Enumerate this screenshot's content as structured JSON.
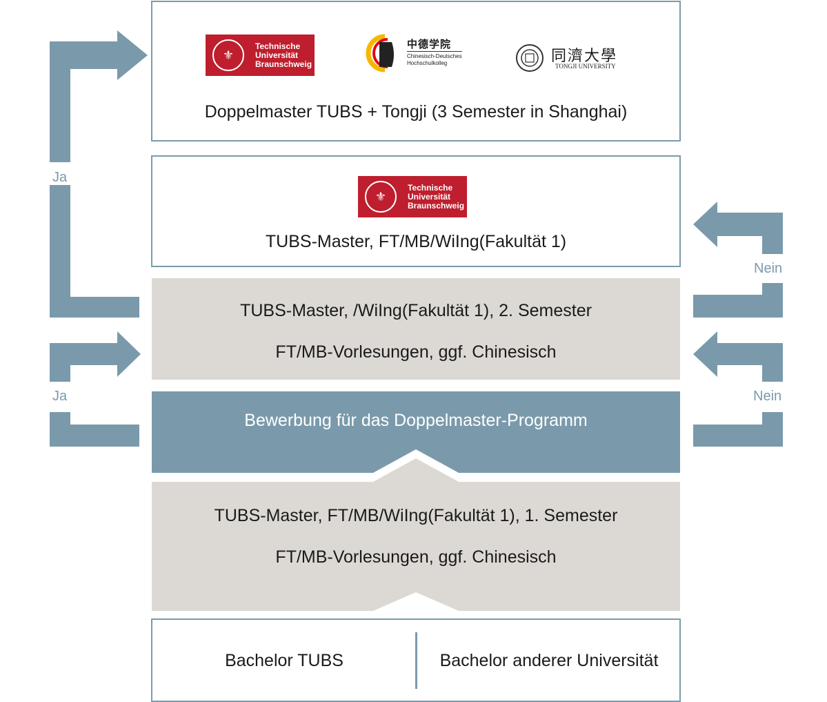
{
  "colors": {
    "accent": "#7a9aab",
    "border": "#7a9aab",
    "gray_fill": "#dcd9d4",
    "tu_red": "#be1e2d",
    "cdhk_yellow": "#f5b800",
    "cdhk_red": "#e30613"
  },
  "logos": {
    "tubs": {
      "line1": "Technische",
      "line2": "Universität",
      "line3": "Braunschweig",
      "crest": "⚜"
    },
    "cdhk": {
      "chinese": "中德学院",
      "line1": "Chinesisch-Deutsches",
      "line2": "Hochschulkolleg"
    },
    "tongji": {
      "chinese": "同濟大學",
      "latin": "TONGJI UNIVERSITY"
    }
  },
  "boxes": {
    "doppelmaster": {
      "text": "Doppelmaster TUBS + Tongji (3 Semester in Shanghai)"
    },
    "tubs_master": {
      "text": "TUBS-Master, FT/MB/WiIng(Fakultät 1)"
    },
    "semester2": {
      "line1": "TUBS-Master, /WiIng(Fakultät 1), 2. Semester",
      "line2": "FT/MB-Vorlesungen, ggf. Chinesisch"
    },
    "bewerbung": {
      "text": "Bewerbung für das Doppelmaster-Programm"
    },
    "semester1": {
      "line1": "TUBS-Master, FT/MB/WiIng(Fakultät 1), 1. Semester",
      "line2": "FT/MB-Vorlesungen, ggf. Chinesisch"
    },
    "bachelor": {
      "left": "Bachelor TUBS",
      "right": "Bachelor anderer Universität"
    }
  },
  "labels": {
    "ja_top": "Ja",
    "ja_bottom": "Ja",
    "nein_top": "Nein",
    "nein_bottom": "Nein"
  }
}
